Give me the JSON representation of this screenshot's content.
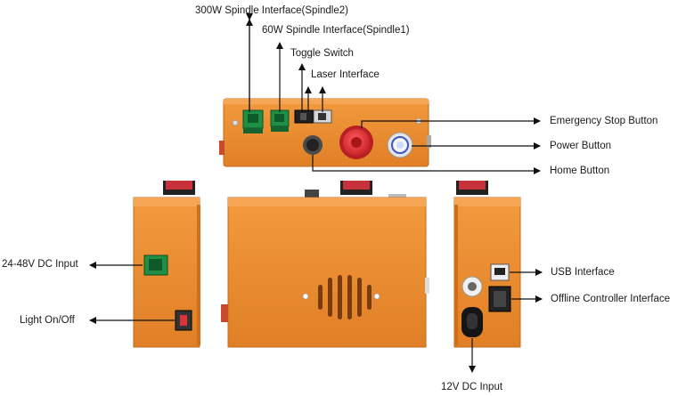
{
  "labels": {
    "spindle2": "300W Spindle Interface(Spindle2)",
    "spindle1": "60W Spindle Interface(Spindle1)",
    "toggle": "Toggle Switch",
    "laser": "Laser Interface",
    "estop": "Emergency Stop Button",
    "power": "Power Button",
    "home": "Home Button",
    "usb": "USB Interface",
    "offline": "Offline Controller Interface",
    "dc_input": "24-48V DC Input",
    "light": "Light On/Off",
    "dc12": "12V DC Input"
  },
  "colors": {
    "body": "#ef8a2c",
    "body_dark": "#cf6f1a",
    "green": "#1f9a4a",
    "red": "#d9343a",
    "arrow": "#111111"
  }
}
